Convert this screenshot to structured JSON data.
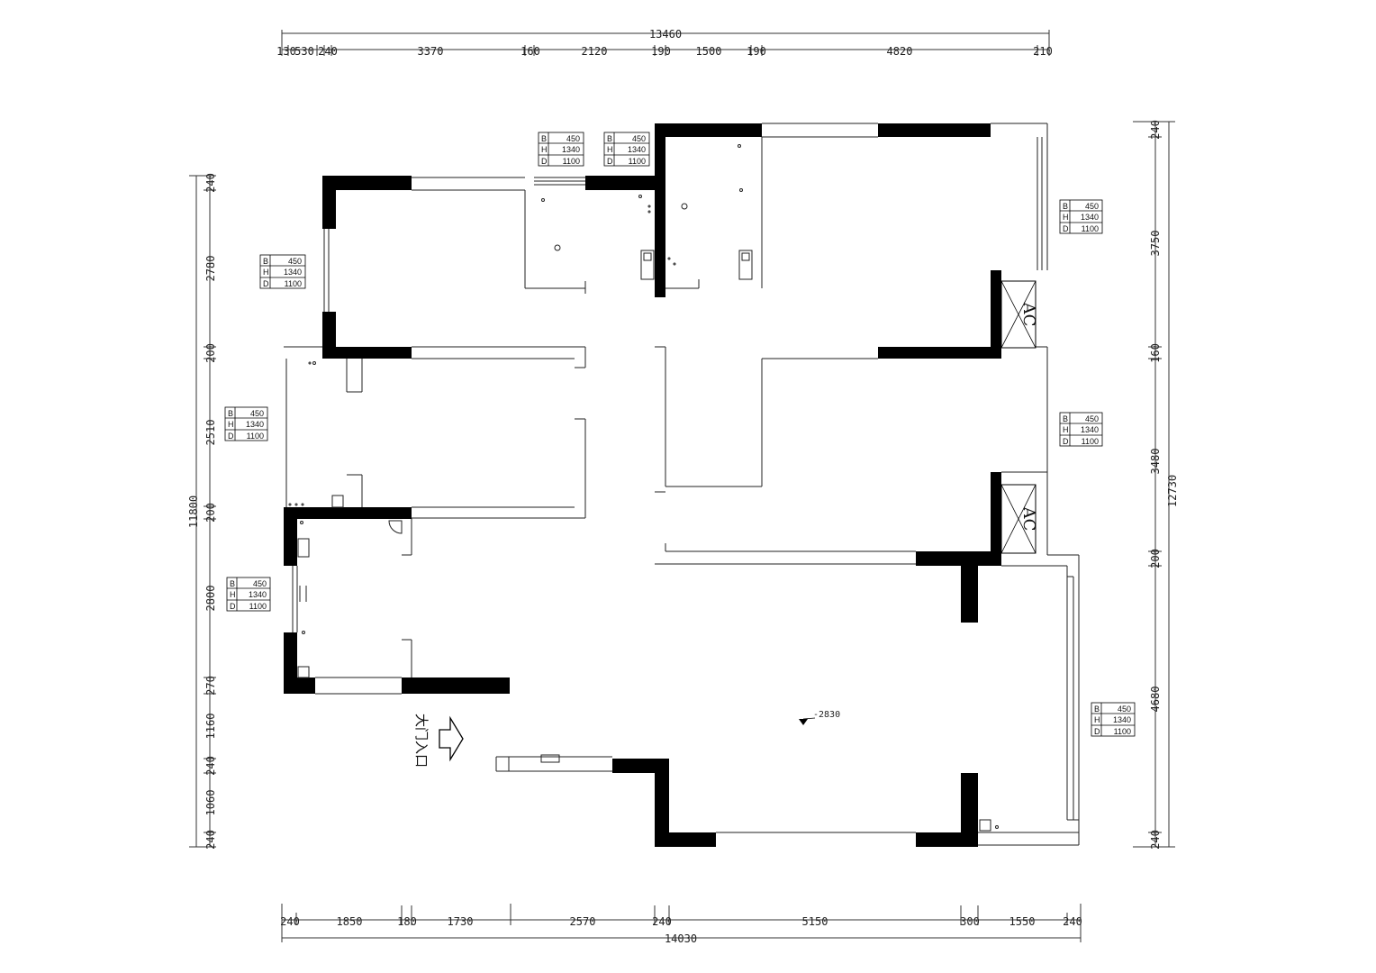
{
  "plan": {
    "overall_top": "13460",
    "overall_bottom": "14030",
    "overall_left": "11800",
    "overall_right": "12730",
    "level_mark": "-2830",
    "entrance_label": "大门入口",
    "ac_label": "AC"
  },
  "top_dims": [
    "130",
    "530",
    "240",
    "3370",
    "160",
    "2120",
    "190",
    "1500",
    "190",
    "4820",
    "210"
  ],
  "bottom_dims": [
    "240",
    "1850",
    "180",
    "1730",
    "2570",
    "240",
    "5150",
    "300",
    "1550",
    "240"
  ],
  "left_dims": [
    "240",
    "2780",
    "200",
    "2510",
    "200",
    "2800",
    "270",
    "1160",
    "240",
    "1060",
    "240"
  ],
  "right_dims": [
    "240",
    "3750",
    "160",
    "3480",
    "200",
    "4680",
    "240"
  ],
  "radiator_spec": {
    "b_label": "B",
    "b_value": "450",
    "h_label": "H",
    "h_value": "1340",
    "d_label": "D",
    "d_value": "1100"
  }
}
